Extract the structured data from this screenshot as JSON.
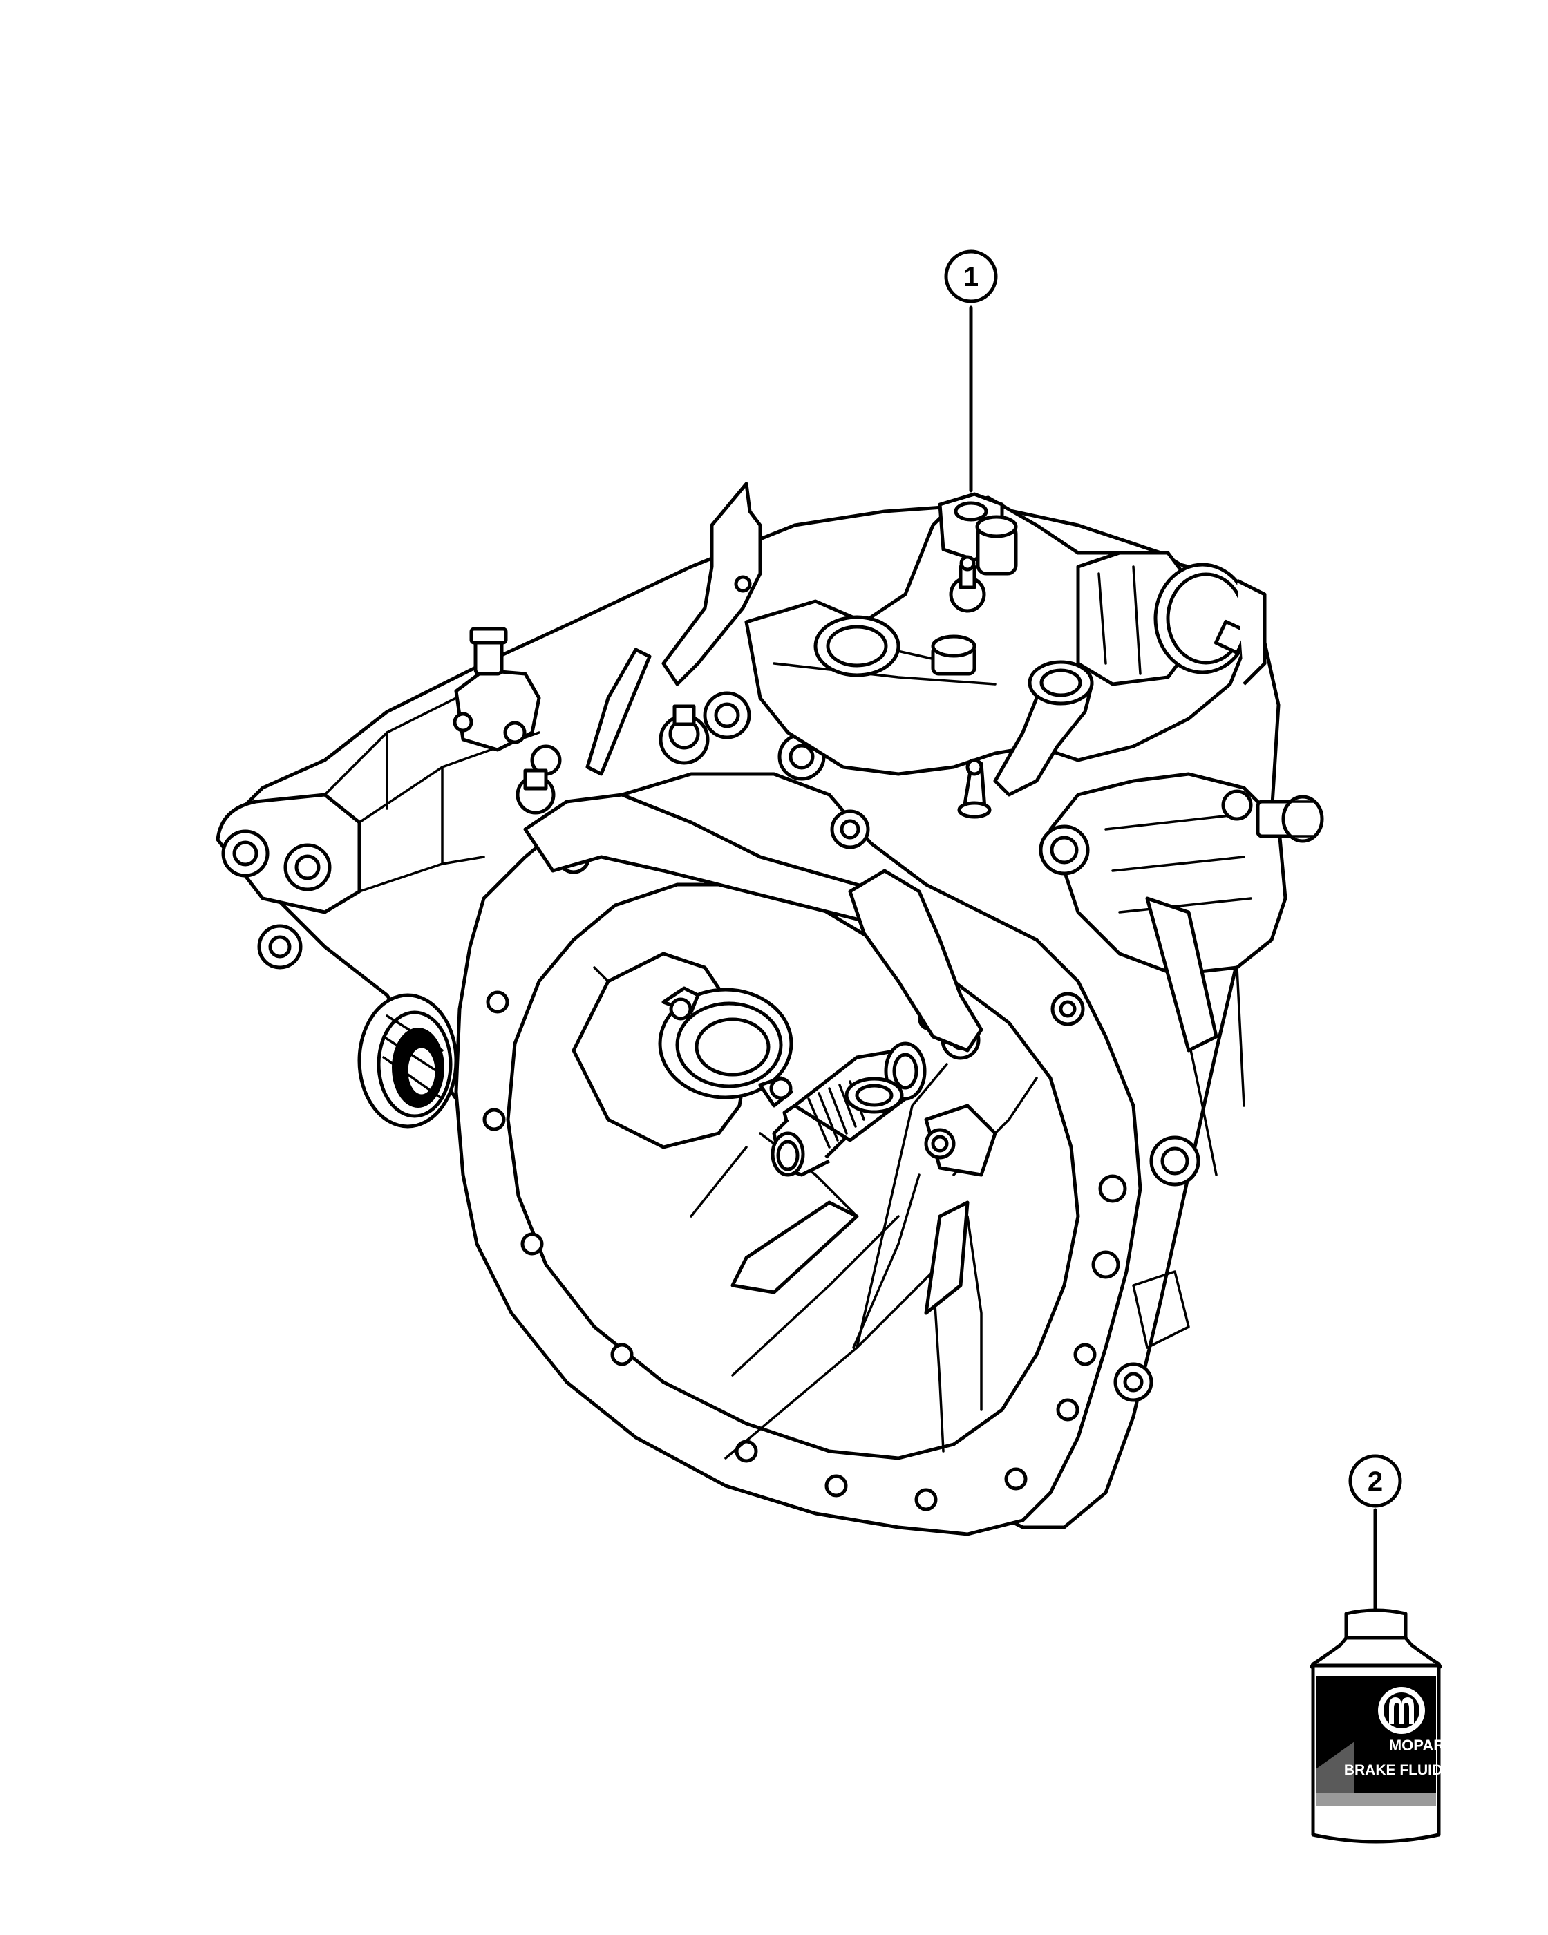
{
  "callouts": [
    {
      "number": "1"
    },
    {
      "number": "2"
    }
  ],
  "bottle": {
    "brand": "MOPAR",
    "product": "BRAKE FLUID"
  },
  "icons": {
    "transmission": "transmission-assembly-illustration",
    "bottle": "brake-fluid-bottle-illustration",
    "logo": "mopar-logo"
  }
}
